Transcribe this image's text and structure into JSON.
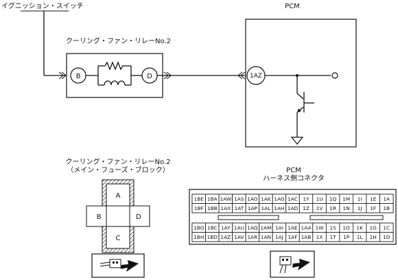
{
  "circuit": {
    "ignition_switch": "イグニッション・スイッチ",
    "pcm_title": "PCM",
    "relay_title": "クーリング・ファン・リレーNo.2",
    "terminal_b": "B",
    "terminal_d": "D",
    "terminal_1az": "1AZ"
  },
  "relay_connector": {
    "title_line1": "クーリング・ファン・リレーNo.2",
    "title_line2": "（メイン・フューズ・ブロック）",
    "slot_a": "A",
    "slot_b": "B",
    "slot_c": "C",
    "slot_d": "D"
  },
  "pcm_connector": {
    "title_line1": "PCM",
    "title_line2": "ハーネス側コネクタ",
    "top_rows": [
      [
        "1BE",
        "1BA",
        "1AW",
        "1AS",
        "1AO",
        "1AK",
        "1AG",
        "1AC",
        "1Y",
        "1U",
        "1Q",
        "1M",
        "1I",
        "1E",
        "1A"
      ],
      [
        "1BF",
        "1BB",
        "1AX",
        "1AT",
        "1AP",
        "1AL",
        "1AH",
        "1AD",
        "1Z",
        "1V",
        "1R",
        "1N",
        "1J",
        "1F",
        "1B"
      ]
    ],
    "bottom_rows": [
      [
        "1BG",
        "1BC",
        "1AY",
        "1AU",
        "1AQ",
        "1AM",
        "1AI",
        "1AE",
        "1AA",
        "1W",
        "1S",
        "1O",
        "1K",
        "1G",
        "1C"
      ],
      [
        "1BH",
        "1BD",
        "1AZ",
        "1AV",
        "1AR",
        "1AN",
        "1AJ",
        "1AF",
        "1AB",
        "1X",
        "1T",
        "1P",
        "1L",
        "1H",
        "1D"
      ]
    ]
  }
}
